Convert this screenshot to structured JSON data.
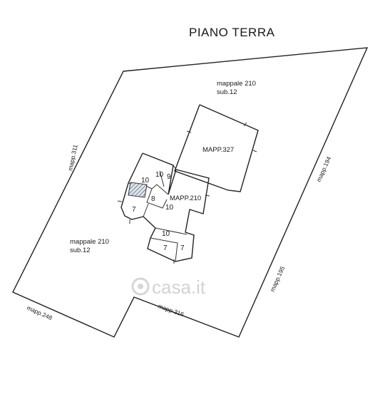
{
  "title": "PIANO TERRA",
  "labels": {
    "mappale_top_line1": "mappale 210",
    "mappale_top_line2": "sub.12",
    "mappale_left_line1": "mappale 210",
    "mappale_left_line2": "sub.12",
    "mapp327": "MAPP.327",
    "mapp210": "MAPP.210"
  },
  "boundary_labels": {
    "left": "mapp.311",
    "right_top": "mapp.194",
    "right_bottom": "mapp.195",
    "bottom_left": "mapp.248",
    "bottom_mid": "mapp.316"
  },
  "room_numbers": {
    "n10_a": "10",
    "n10_b": "10",
    "n9": "9",
    "n8": "8",
    "n10_c": "10",
    "n7_a": "7",
    "n10_d": "10",
    "n7_b": "7",
    "n7_c": "7"
  },
  "watermark": "casa.it"
}
